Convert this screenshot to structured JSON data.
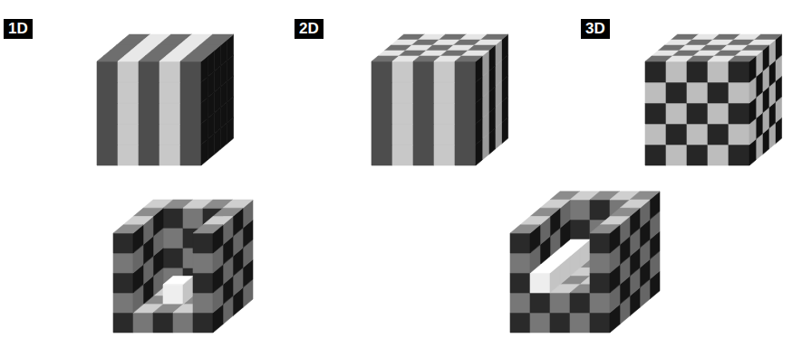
{
  "diagram": {
    "nodes": [
      {
        "text": [
          "1D"
        ]
      },
      {
        "text": [
          "2D"
        ]
      },
      {
        "text": [
          "3D"
        ]
      }
    ]
  }
}
